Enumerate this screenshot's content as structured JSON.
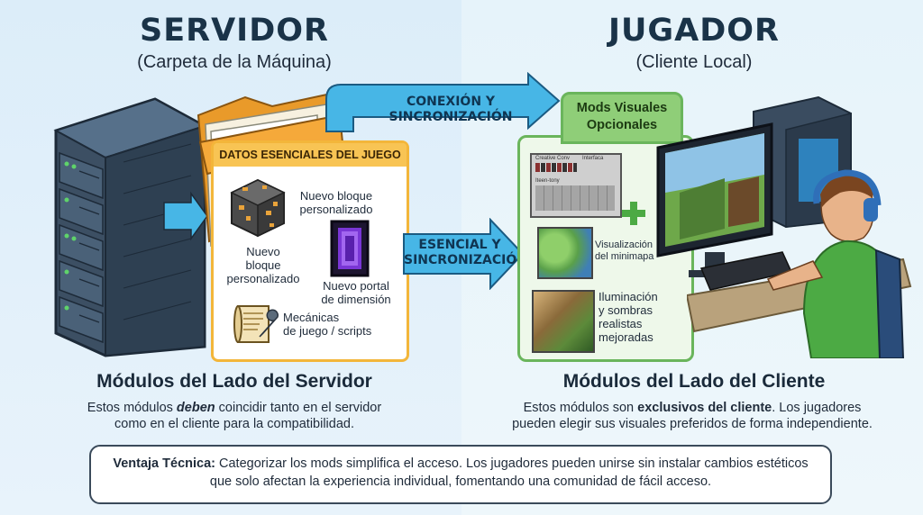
{
  "server": {
    "title": "SERVIDOR",
    "subtitle": "(Carpeta de la Máquina)",
    "panel_header": "DATOS ESENCIALES DEL JUEGO",
    "items": {
      "custom_block_label_a": "Nuevo bloque\npersonalizado",
      "custom_block_label_b": "Nuevo\nbloque\npersonalizado",
      "portal_label": "Nuevo portal\nde dimensión",
      "mechanics_label": "Mecánicas\nde juego / scripts"
    },
    "section_title": "Módulos del Lado del Servidor",
    "desc_prefix": "Estos módulos ",
    "desc_emphasis": "deben",
    "desc_suffix": " coincidir tanto en el servidor\ncomo en el cliente para la compatibilidad."
  },
  "player": {
    "title": "JUGADOR",
    "subtitle": "(Cliente Local)",
    "panel_header": "Mods Visuales\nOpcionales",
    "ui_mock": {
      "creative_label": "Creative Conv",
      "interface_label": "Interfaca",
      "inventory_label": "Iteen-tony"
    },
    "items": {
      "minimap_label": "Visualización\ndel minimapa",
      "lighting_label": "Iluminación\ny sombras\nrealistas\nmejoradas"
    },
    "section_title": "Módulos del Lado del Cliente",
    "desc_prefix": "Estos módulos son ",
    "desc_emphasis": "exclusivos del cliente",
    "desc_suffix": ". Los jugadores\npueden elegir sus visuales preferidos de forma independiente."
  },
  "arrows": {
    "top_label": "CONEXIÓN Y SINCRONIZACIÓN",
    "middle_label": "ESENCIAL Y\nSINCRONIZACIÓN"
  },
  "footer": {
    "bold": "Ventaja Técnica:",
    "text": " Categorizar los mods simplifica el acceso. Los jugadores pueden unirse sin instalar cambios estéticos que solo afectan la experiencia individual, fomentando una comunidad de fácil acceso."
  },
  "colors": {
    "server_panel_border": "#f3b63a",
    "client_panel_border": "#6ab55c",
    "arrow_fill": "#47b6e6",
    "title_color": "#1a3348"
  },
  "icons": [
    "server-rack-icon",
    "folder-icon",
    "ore-block-icon",
    "portal-icon",
    "scroll-wrench-icon",
    "inventory-ui-icon",
    "plus-icon",
    "minimap-icon",
    "lighting-scene-icon",
    "player-desk-icon",
    "pc-tower-icon",
    "monitor-icon"
  ]
}
